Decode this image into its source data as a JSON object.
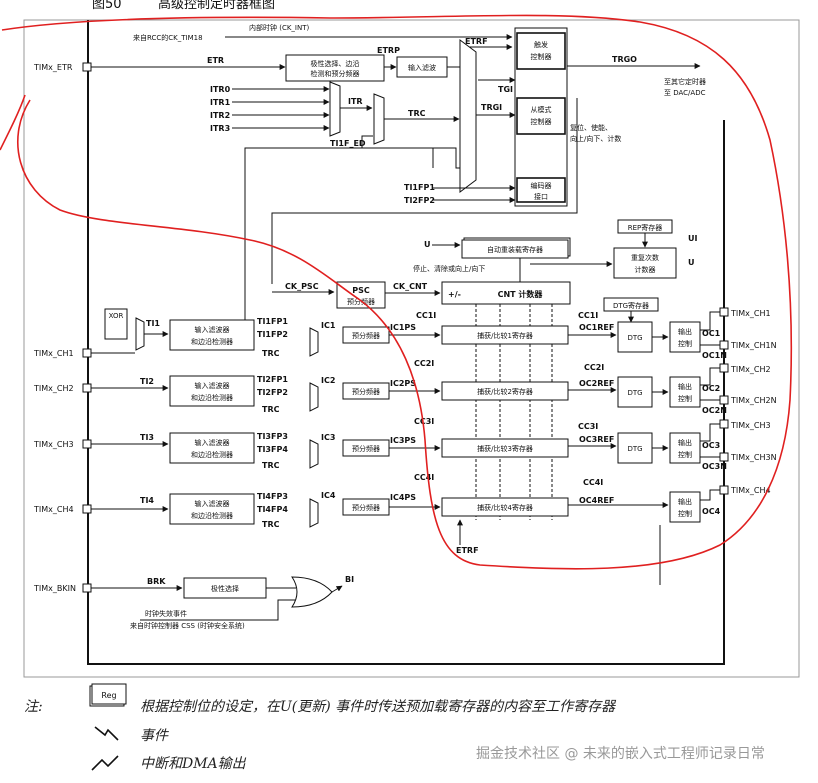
{
  "header": {
    "figure_no": "图50",
    "figure_title": "高级控制定时器框图"
  },
  "clock": {
    "internal_clock": "内部时钟 (CK_INT)",
    "rcc_source": "来自RCC的CK_TIM18",
    "ck_psc": "CK_PSC",
    "ck_cnt": "CK_CNT"
  },
  "pins": {
    "etr": "TIMx_ETR",
    "ch1": "TIMx_CH1",
    "ch2": "TIMx_CH2",
    "ch3": "TIMx_CH3",
    "ch4": "TIMx_CH4",
    "bkin": "TIMx_BKIN",
    "out_ch1": "TIMx_CH1",
    "out_ch1n": "TIMx_CH1N",
    "out_ch2": "TIMx_CH2",
    "out_ch2n": "TIMx_CH2N",
    "out_ch3": "TIMx_CH3",
    "out_ch3n": "TIMx_CH3N",
    "out_ch4": "TIMx_CH4"
  },
  "blocks": {
    "polarity_etr": [
      "极性选择、边沿",
      "检测和预分频器"
    ],
    "input_filter": "输入滤波",
    "trigger_ctrl": [
      "触发",
      "控制器"
    ],
    "slave_ctrl": [
      "从模式",
      "控制器"
    ],
    "encoder_if": [
      "编码器",
      "接口"
    ],
    "auto_reload": "自动重装载寄存器",
    "rep_reg": "REP寄存器",
    "rep_counter": [
      "重复次数",
      "计数器"
    ],
    "psc": "PSC",
    "psc_sub": "预分频器",
    "cnt": "CNT 计数器",
    "dtg_reg": "DTG寄存器",
    "dtg": "DTG",
    "output_ctrl": [
      "输出",
      "控制"
    ],
    "input_filter_edge": [
      "输入滤波器",
      "和边沿检测器"
    ],
    "prescaler": "预分频器",
    "cc1_reg": "捕获/比较1寄存器",
    "cc2_reg": "捕获/比较2寄存器",
    "cc3_reg": "捕获/比较3寄存器",
    "cc4_reg": "捕获/比较4寄存器",
    "polarity_sel": "极性选择",
    "xor": "XOR"
  },
  "signals": {
    "etr": "ETR",
    "etrp": "ETRP",
    "etrf": "ETRF",
    "trgo": "TRGO",
    "trgo_dest": [
      "至其它定时器",
      "至 DAC/ADC"
    ],
    "itr": [
      "ITR0",
      "ITR1",
      "ITR2",
      "ITR3"
    ],
    "itr_mux": "ITR",
    "trc": "TRC",
    "ti1f_ed": "TI1F_ED",
    "tgi": "TGI",
    "trgi": "TRGI",
    "ti1fp1": "TI1FP1",
    "ti2fp2": "TI2FP2",
    "slave_out": [
      "复位、使能、",
      "向上/向下、计数"
    ],
    "u": "U",
    "ui": "UI",
    "cnt_events": "停止、清除或向上/向下",
    "plus_minus": "+/-",
    "ti": [
      "TI1",
      "TI2",
      "TI3",
      "TI4"
    ],
    "ch_fp": [
      [
        "TI1FP1",
        "TI1FP2"
      ],
      [
        "TI2FP1",
        "TI2FP2"
      ],
      [
        "TI3FP3",
        "TI3FP4"
      ],
      [
        "TI4FP3",
        "TI4FP4"
      ]
    ],
    "ic": [
      "IC1",
      "IC2",
      "IC3",
      "IC4"
    ],
    "icps": [
      "IC1PS",
      "IC2PS",
      "IC3PS",
      "IC4PS"
    ],
    "cci": [
      "CC1I",
      "CC2I",
      "CC3I",
      "CC4I"
    ],
    "ocref": [
      "OC1REF",
      "OC2REF",
      "OC3REF",
      "OC4REF"
    ],
    "oc": [
      "OC1",
      "OC2",
      "OC3",
      "OC4"
    ],
    "ocn": [
      "OC1N",
      "OC2N",
      "OC3N"
    ],
    "brk": "BRK",
    "bi": "BI",
    "clk_fail": [
      "时钟失效事件",
      "来自时钟控制器 CSS (时钟安全系统)"
    ]
  },
  "legend": {
    "note_label": "注:",
    "reg_label": "Reg",
    "reg_text": "根据控制位的设定，在U(更新) 事件时传送预加载寄存器的内容至工作寄存器",
    "event_text": "事件",
    "irq_text": "中断和DMA输出"
  },
  "watermark": "掘金技术社区 @ 未来的嵌入式工程师记录日常",
  "colors": {
    "line": "#111111",
    "annotation": "#e02020",
    "watermark": "#999999"
  }
}
